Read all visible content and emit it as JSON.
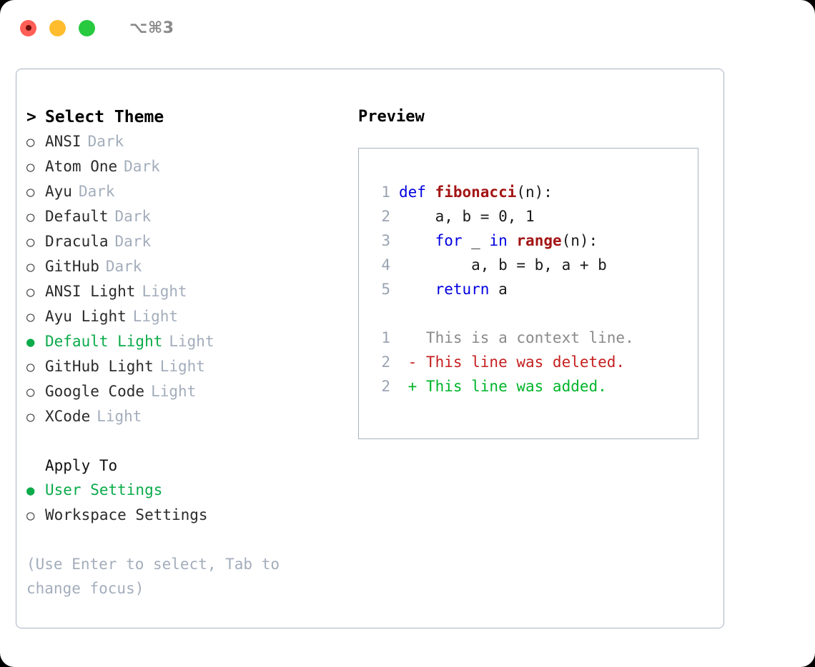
{
  "window": {
    "title": "⌥⌘3",
    "traffic_lights": [
      {
        "name": "close",
        "color": "#ff5f56"
      },
      {
        "name": "minimize",
        "color": "#ffbd2e"
      },
      {
        "name": "maximize",
        "color": "#27c93f"
      }
    ]
  },
  "theme_picker": {
    "header": "Select Theme",
    "caret": ">",
    "bullet_selected": "●",
    "bullet_unselected": "○",
    "items": [
      {
        "label": "ANSI",
        "tag": "Dark",
        "selected": false
      },
      {
        "label": "Atom One",
        "tag": "Dark",
        "selected": false
      },
      {
        "label": "Ayu",
        "tag": "Dark",
        "selected": false
      },
      {
        "label": "Default",
        "tag": "Dark",
        "selected": false
      },
      {
        "label": "Dracula",
        "tag": "Dark",
        "selected": false
      },
      {
        "label": "GitHub",
        "tag": "Dark",
        "selected": false
      },
      {
        "label": "ANSI Light",
        "tag": "Light",
        "selected": false
      },
      {
        "label": "Ayu Light",
        "tag": "Light",
        "selected": false
      },
      {
        "label": "Default Light",
        "tag": "Light",
        "selected": true
      },
      {
        "label": "GitHub Light",
        "tag": "Light",
        "selected": false
      },
      {
        "label": "Google Code",
        "tag": "Light",
        "selected": false
      },
      {
        "label": "XCode",
        "tag": "Light",
        "selected": false
      }
    ]
  },
  "apply_to": {
    "header": "Apply To",
    "items": [
      {
        "label": "User Settings",
        "selected": true
      },
      {
        "label": "Workspace Settings",
        "selected": false
      }
    ]
  },
  "hint": "(Use Enter to select, Tab to change focus)",
  "preview": {
    "title": "Preview",
    "code_lines": [
      {
        "no": "1",
        "parts": [
          {
            "t": "def ",
            "c": "kw"
          },
          {
            "t": "fibonacci",
            "c": "fn"
          },
          {
            "t": "(n):",
            "c": "pl"
          }
        ]
      },
      {
        "no": "2",
        "parts": [
          {
            "t": "    a, b = 0, 1",
            "c": "pl"
          }
        ]
      },
      {
        "no": "3",
        "parts": [
          {
            "t": "    ",
            "c": "pl"
          },
          {
            "t": "for",
            "c": "kw"
          },
          {
            "t": " _ ",
            "c": "pl"
          },
          {
            "t": "in",
            "c": "kw"
          },
          {
            "t": " ",
            "c": "pl"
          },
          {
            "t": "range",
            "c": "fn"
          },
          {
            "t": "(n):",
            "c": "pl"
          }
        ]
      },
      {
        "no": "4",
        "parts": [
          {
            "t": "        a, b = b, a + b",
            "c": "pl"
          }
        ]
      },
      {
        "no": "5",
        "parts": [
          {
            "t": "    ",
            "c": "pl"
          },
          {
            "t": "return",
            "c": "kw"
          },
          {
            "t": " a",
            "c": "pl"
          }
        ]
      }
    ],
    "diff_lines": [
      {
        "no": "1",
        "parts": [
          {
            "t": "   This is a context line.",
            "c": "ctx"
          }
        ]
      },
      {
        "no": "2",
        "parts": [
          {
            "t": " - This line was deleted.",
            "c": "del"
          }
        ]
      },
      {
        "no": "2",
        "parts": [
          {
            "t": " + This line was added.",
            "c": "add"
          }
        ]
      }
    ]
  },
  "colors": {
    "accent_green": "#0bab4a",
    "muted": "#a3adbb",
    "keyword": "#0000e0",
    "function": "#a31515",
    "deleted": "#c62020",
    "added": "#00b52a",
    "border": "#a9b3c1"
  }
}
